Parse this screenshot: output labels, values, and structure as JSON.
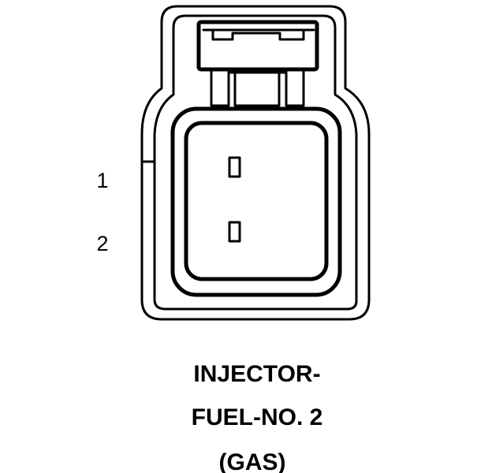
{
  "connector": {
    "pins": [
      {
        "number": "1"
      },
      {
        "number": "2"
      }
    ],
    "caption": {
      "line1": "INJECTOR-",
      "line2": "FUEL-NO. 2",
      "line3": "(GAS)"
    }
  }
}
